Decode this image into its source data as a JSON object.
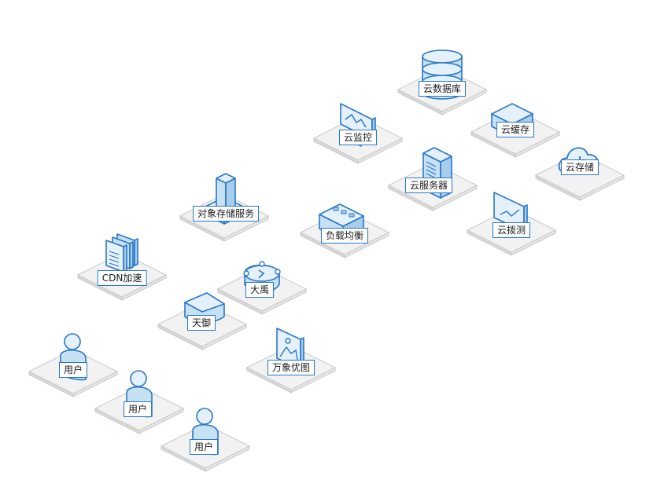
{
  "colors": {
    "stroke": "#2a78c6",
    "fill_light": "#e4f1fb",
    "fill_mid": "#c6e0f4",
    "fill_dark": "#a6cdec",
    "platform_top": "#f2f2f2",
    "platform_stroke": "#c8c8c8"
  },
  "nodes": [
    {
      "id": "cloud-database",
      "label": "云数据库",
      "icon": "database-icon"
    },
    {
      "id": "cloud-monitor",
      "label": "云监控",
      "icon": "monitor-icon"
    },
    {
      "id": "cloud-cache",
      "label": "云缓存",
      "icon": "cache-box-icon"
    },
    {
      "id": "cloud-storage",
      "label": "云存储",
      "icon": "cloud-download-icon"
    },
    {
      "id": "cloud-server",
      "label": "云服务器",
      "icon": "server-tower-icon"
    },
    {
      "id": "object-storage",
      "label": "对象存储服务",
      "icon": "object-storage-icon"
    },
    {
      "id": "load-balancer",
      "label": "负载均衡",
      "icon": "load-balancer-icon"
    },
    {
      "id": "cloud-dial-test",
      "label": "云拨测",
      "icon": "dial-test-screen-icon"
    },
    {
      "id": "cdn-accel",
      "label": "CDN加速",
      "icon": "cdn-files-icon"
    },
    {
      "id": "dayu",
      "label": "大禹",
      "icon": "dayu-shield-icon"
    },
    {
      "id": "tianyu",
      "label": "天御",
      "icon": "tianyu-shield-icon"
    },
    {
      "id": "wanxiang",
      "label": "万象优图",
      "icon": "image-frame-icon"
    },
    {
      "id": "user-1",
      "label": "用户",
      "icon": "user-icon"
    },
    {
      "id": "user-2",
      "label": "用户",
      "icon": "user-icon"
    },
    {
      "id": "user-3",
      "label": "用户",
      "icon": "user-icon"
    }
  ]
}
